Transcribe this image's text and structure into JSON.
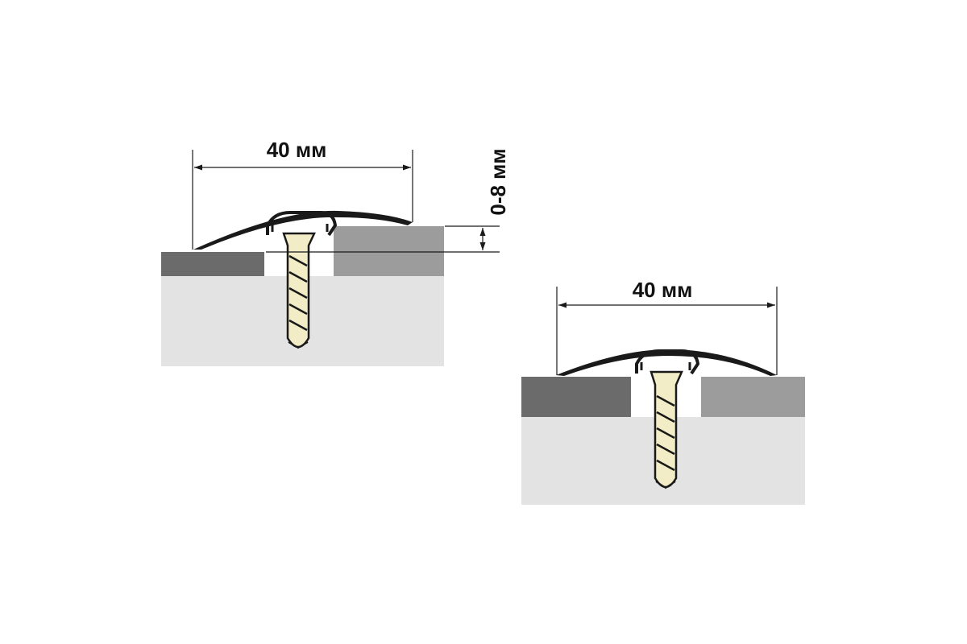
{
  "diagrams": [
    {
      "id": "uneven",
      "width_label": "40 мм",
      "height_label": "0-8 мм"
    },
    {
      "id": "even",
      "width_label": "40 мм"
    }
  ],
  "colors": {
    "subfloor": "#e3e3e3",
    "floor_left": "#6b6b6b",
    "floor_right": "#9c9c9c",
    "profile": "#1a1a1a",
    "screw_fill": "#f2edc6",
    "screw_line": "#1a1a1a",
    "dimension_line": "#1a1a1a"
  }
}
